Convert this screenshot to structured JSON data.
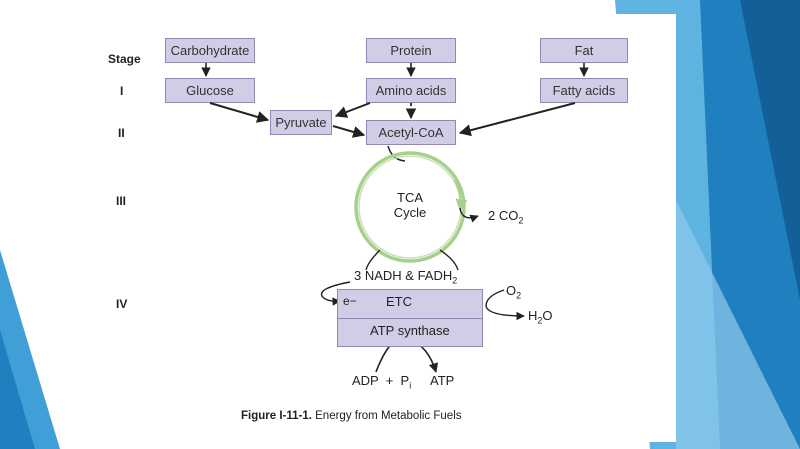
{
  "stages": {
    "header": "Stage",
    "s1": "I",
    "s2": "II",
    "s3": "III",
    "s4": "IV"
  },
  "nodes": {
    "carbohydrate": "Carbohydrate",
    "protein": "Protein",
    "fat": "Fat",
    "glucose": "Glucose",
    "amino_acids": "Amino acids",
    "fatty_acids": "Fatty acids",
    "pyruvate": "Pyruvate",
    "acetyl_coa": "Acetyl-CoA",
    "tca_line1": "TCA",
    "tca_line2": "Cycle",
    "co2": "2 CO",
    "co2_sub": "2",
    "nadh": "3 NADH & FADH",
    "nadh_sub": "2",
    "electron": "e−",
    "etc": "ETC",
    "o2": "O",
    "o2_sub": "2",
    "h2o_h": "H",
    "h2o_sub": "2",
    "h2o_o": "O",
    "atp_synthase": "ATP synthase",
    "adp": "ADP  +  P",
    "pi_sub": "i",
    "atp": "ATP"
  },
  "caption": {
    "label": "Figure I-11-1.",
    "text": " Energy from Metabolic Fuels"
  },
  "colors": {
    "box_fill": "#d2cde6",
    "box_border": "#8e88b2",
    "cycle_green": "#a8d08d",
    "accent_blue": "#1f7fbf",
    "light_blue": "#5fb3e0"
  }
}
